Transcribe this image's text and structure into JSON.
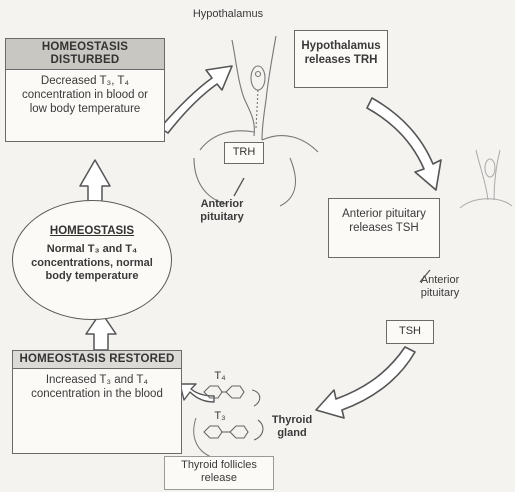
{
  "disturbed": {
    "header": "HOMEOSTASIS DISTURBED",
    "text": "Decreased T₃, T₄ concentration in blood or low body temperature"
  },
  "hypothalamus_label": "Hypothalamus",
  "hypothalamus_releases": "Hypothalamus releases TRH",
  "trh_tag": "TRH",
  "anterior_pituitary_left": "Anterior pituitary",
  "homeostasis_circle": {
    "title": "HOMEOSTASIS",
    "text": "Normal T₃ and T₄ concentrations, normal body temperature"
  },
  "pituitary_releases": "Anterior pituitary releases TSH",
  "anterior_pituitary_right": "Anterior pituitary",
  "tsh_tag": "TSH",
  "restored": {
    "header": "HOMEOSTASIS RESTORED",
    "text": "Increased T₃ and T₄ concentration in the blood"
  },
  "t4_label": "T₄",
  "t3_label": "T₃",
  "thyroid_gland_label": "Thyroid gland",
  "follicles_release": "Thyroid follicles release",
  "colors": {
    "arrow_fill": "#ffffff",
    "arrow_stroke": "#555555",
    "header_fill": "#c9c7c2",
    "line": "#6a6a6a"
  }
}
